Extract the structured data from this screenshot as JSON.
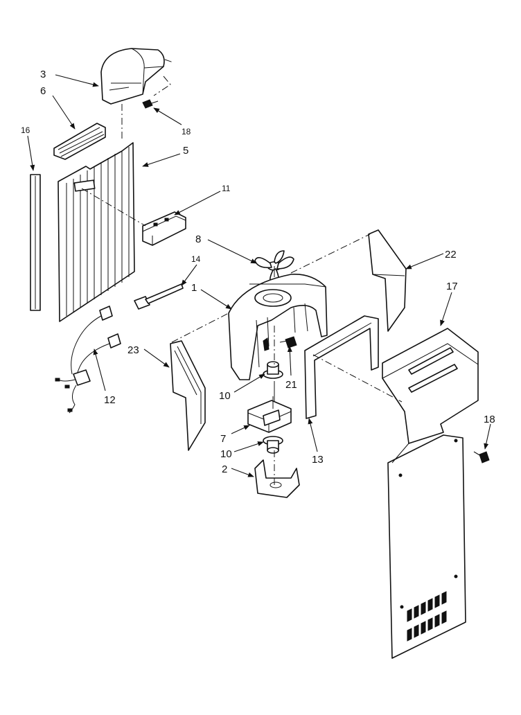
{
  "callouts": {
    "c3": "3",
    "c6": "6",
    "c16": "16",
    "c18_top": "18",
    "c5": "5",
    "c11": "11",
    "c8": "8",
    "c22": "22",
    "c14": "14",
    "c1": "1",
    "c17": "17",
    "c23": "23",
    "c21": "21",
    "c10_top": "10",
    "c12": "12",
    "c13": "13",
    "c7": "7",
    "c10_bottom": "10",
    "c18_right": "18",
    "c2": "2"
  }
}
